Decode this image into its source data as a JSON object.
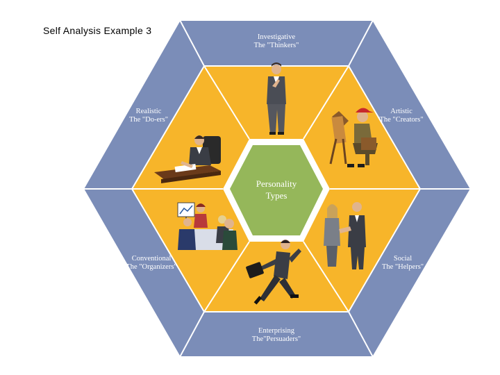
{
  "slide": {
    "title": "Self Analysis Example 3"
  },
  "center": {
    "line1": "Personality",
    "line2": "Types"
  },
  "types": [
    {
      "key": "investigative",
      "line1": "Investigative",
      "line2": "The \"Thinkers\""
    },
    {
      "key": "artistic",
      "line1": "Artistic",
      "line2": "The \"Creators\""
    },
    {
      "key": "social",
      "line1": "Social",
      "line2": "The \"Helpers\""
    },
    {
      "key": "enterprising",
      "line1": "Enterprising",
      "line2": "The\"Persuaders\""
    },
    {
      "key": "conventional",
      "line1": "Conventional",
      "line2": "The \"Organizers\""
    },
    {
      "key": "realistic",
      "line1": "Realistic",
      "line2": "The \"Do-ers\""
    }
  ],
  "colors": {
    "outer_ring": "#7b8db8",
    "inner_ring": "#f7b52a",
    "center": "#95b75a",
    "divider": "#ffffff"
  },
  "icons": [
    "thinker-figure-icon",
    "painter-figure-icon",
    "handshake-figure-icon",
    "running-businessman-icon",
    "meeting-figure-icon",
    "desk-worker-figure-icon"
  ]
}
